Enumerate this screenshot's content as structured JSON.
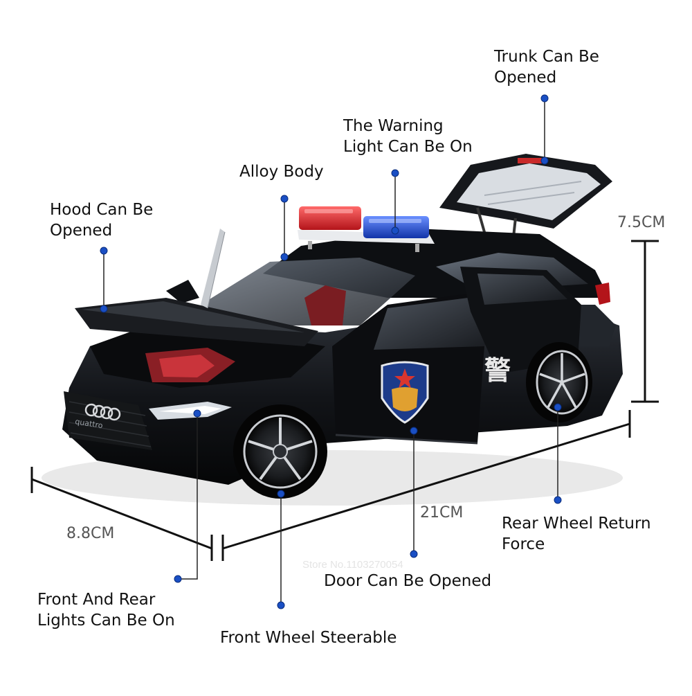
{
  "annotations": {
    "trunk": "Trunk Can Be\nOpened",
    "warning_light": "The Warning\nLight Can Be On",
    "alloy_body": "Alloy Body",
    "hood": "Hood Can Be\nOpened",
    "rear_wheel": "Rear Wheel Return\nForce",
    "door": "Door Can Be Opened",
    "lights": "Front And Rear\nLights Can Be On",
    "front_wheel": "Front Wheel Steerable"
  },
  "dimensions": {
    "height": "7.5CM",
    "length": "21CM",
    "width": "8.8CM"
  },
  "badge": {
    "door_characters": "警",
    "brand_text": "quattro"
  },
  "watermark": "Store No.1103270054",
  "colors": {
    "car_body": "#111318",
    "dot": "#1a4fc4",
    "light_red": "#e0262b",
    "light_blue": "#1f4fd8"
  }
}
